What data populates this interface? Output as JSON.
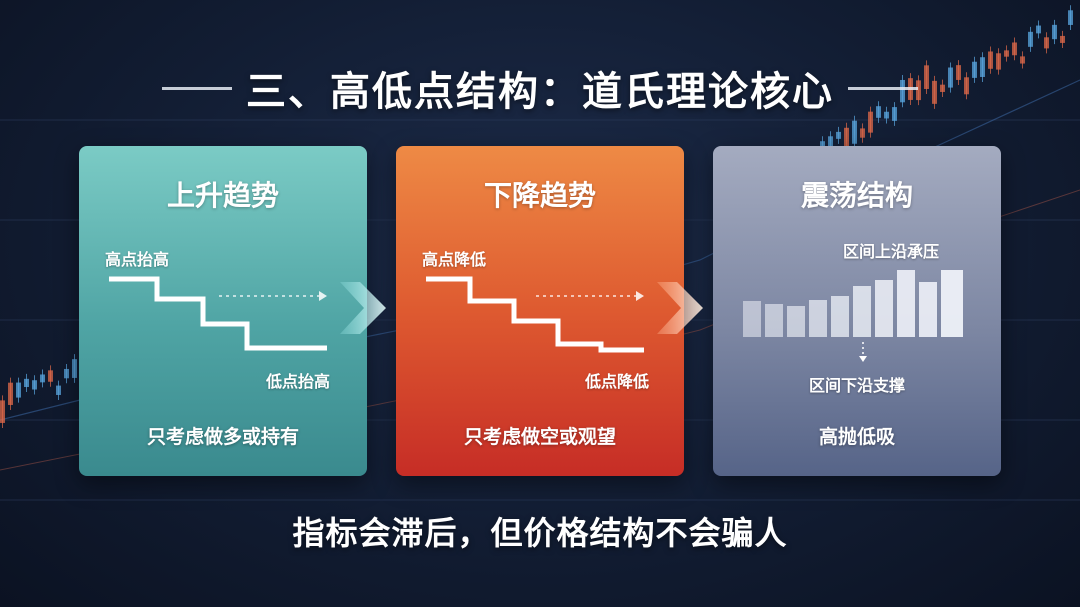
{
  "title": "三、高低点结构：道氏理论核心",
  "cards": [
    {
      "title": "上升趋势",
      "top_label": "高点抬高",
      "bottom_label": "低点抬高",
      "footer": "只考虑做多或持有"
    },
    {
      "title": "下降趋势",
      "top_label": "高点降低",
      "bottom_label": "低点降低",
      "footer": "只考虑做空或观望"
    },
    {
      "title": "震荡结构",
      "top_label": "区间上沿承压",
      "bottom_label": "区间下沿支撑",
      "footer": "高抛低吸"
    }
  ],
  "bottom_text": "指标会滞后，但价格结构不会骗人",
  "colors": {
    "uptrend_card": "#5bb3b0",
    "downtrend_card": "#de5a30",
    "range_card": "#7d87a3",
    "background": "#121d33"
  }
}
